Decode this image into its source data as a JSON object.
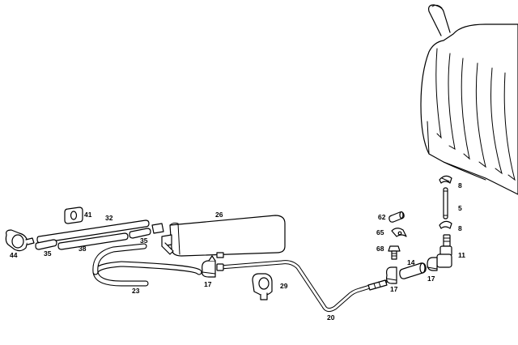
{
  "callouts": {
    "c8a": "8",
    "c5": "5",
    "c8b": "8",
    "c11": "11",
    "c14": "14",
    "c17a": "17",
    "c17b": "17",
    "c17c": "17",
    "c62": "62",
    "c65": "65",
    "c68": "68",
    "c20": "20",
    "c29": "29",
    "c26": "26",
    "c41": "41",
    "c32": "32",
    "c35a": "35",
    "c35b": "35",
    "c38": "38",
    "c44": "44",
    "c23": "23"
  },
  "colors": {
    "line": "#000000",
    "background": "#ffffff"
  }
}
